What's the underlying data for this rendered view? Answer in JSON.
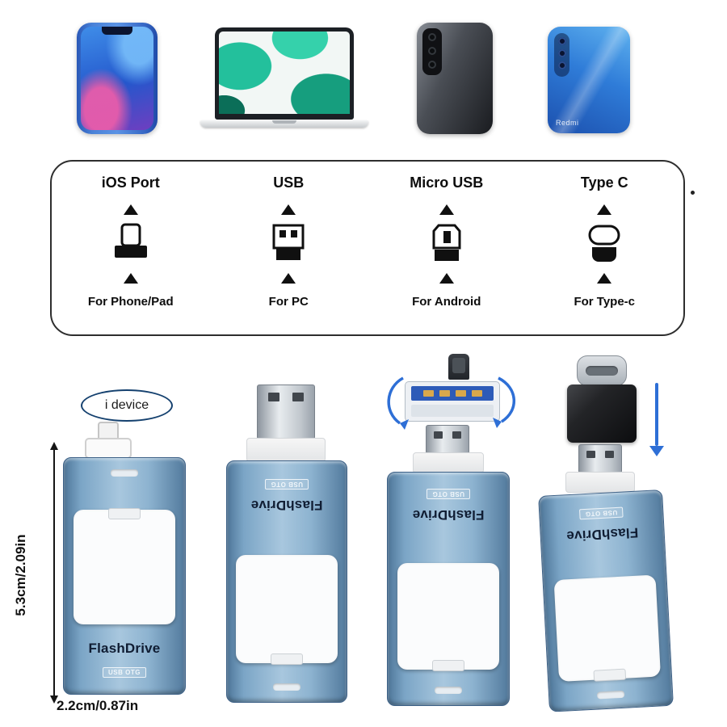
{
  "connector_panel": {
    "items": [
      {
        "title": "iOS Port",
        "caption": "For Phone/Pad",
        "icon": "lightning-connector-icon"
      },
      {
        "title": "USB",
        "caption": "For PC",
        "icon": "usb-a-connector-icon"
      },
      {
        "title": "Micro USB",
        "caption": "For Android",
        "icon": "micro-usb-connector-icon"
      },
      {
        "title": "Type C",
        "caption": "For Type-c",
        "icon": "type-c-connector-icon"
      }
    ]
  },
  "devices": {
    "items": [
      {
        "name": "blue-iphone"
      },
      {
        "name": "macbook-laptop"
      },
      {
        "name": "black-samsung-phone"
      },
      {
        "name": "blue-redmi-phone",
        "label": "Redmi"
      }
    ]
  },
  "product": {
    "callout": "i device",
    "brand": "FlashDrive",
    "badge": "USB OTG",
    "height_label": "5.3cm/2.09in",
    "width_label": "2.2cm/0.87in"
  },
  "colors": {
    "drive_blue": "#7FA8C9",
    "drive_blue_dark": "#4E7699",
    "arrow_blue": "#2E6FD6",
    "connector_black": "#101010"
  },
  "icons": [
    "up-arrow-icon",
    "lightning-connector-icon",
    "usb-a-connector-icon",
    "micro-usb-connector-icon",
    "type-c-connector-icon",
    "rotation-arrows-icon",
    "down-arrow-icon"
  ]
}
